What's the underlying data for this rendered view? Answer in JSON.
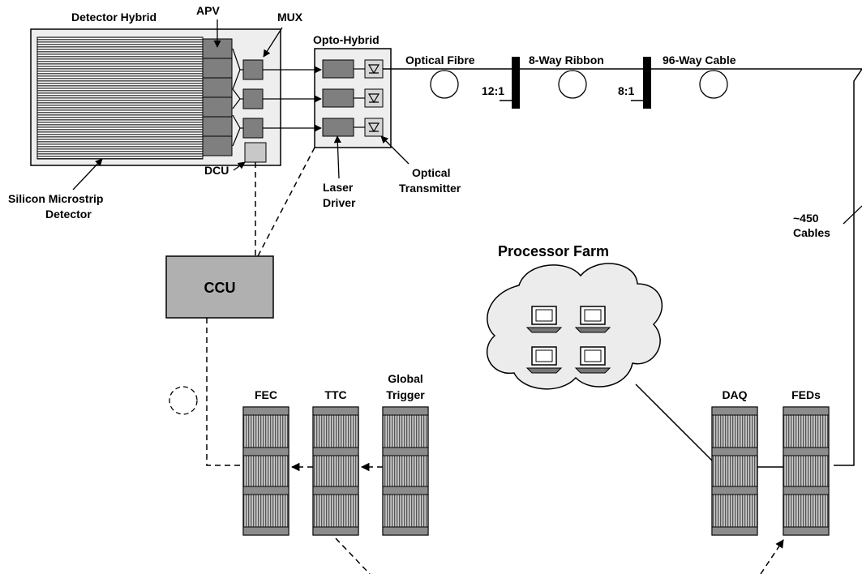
{
  "labels": {
    "detector_hybrid": "Detector Hybrid",
    "apv": "APV",
    "mux": "MUX",
    "opto_hybrid": "Opto-Hybrid",
    "optical_fibre": "Optical Fibre",
    "eight_way_ribbon": "8-Way Ribbon",
    "ninety_six_way_cable": "96-Way Cable",
    "ratio_12_1": "12:1",
    "ratio_8_1": "8:1",
    "silicon_microstrip_line1": "Silicon Microstrip",
    "silicon_microstrip_line2": "Detector",
    "dcu": "DCU",
    "laser_driver_line1": "Laser",
    "laser_driver_line2": "Driver",
    "optical_transmitter_line1": "Optical",
    "optical_transmitter_line2": "Transmitter",
    "cables_line1": "~450",
    "cables_line2": "Cables",
    "ccu": "CCU",
    "processor_farm": "Processor Farm",
    "fec": "FEC",
    "ttc": "TTC",
    "global_trigger_line1": "Global",
    "global_trigger_line2": "Trigger",
    "daq": "DAQ",
    "feds": "FEDs"
  },
  "colors": {
    "panel_fill": "#eeeeee",
    "chip_fill": "#7f7f7f",
    "dcu_fill": "#c8c8c8",
    "ccu_fill": "#b0b0b0",
    "strip_dark": "#555555",
    "crate_fill": "#9a9a9a",
    "line": "#000000"
  },
  "icons": {
    "laser_diode": "diode-triangle-icon",
    "computer": "computer-terminal-icon",
    "fibre_loop": "cable-loop-icon"
  }
}
